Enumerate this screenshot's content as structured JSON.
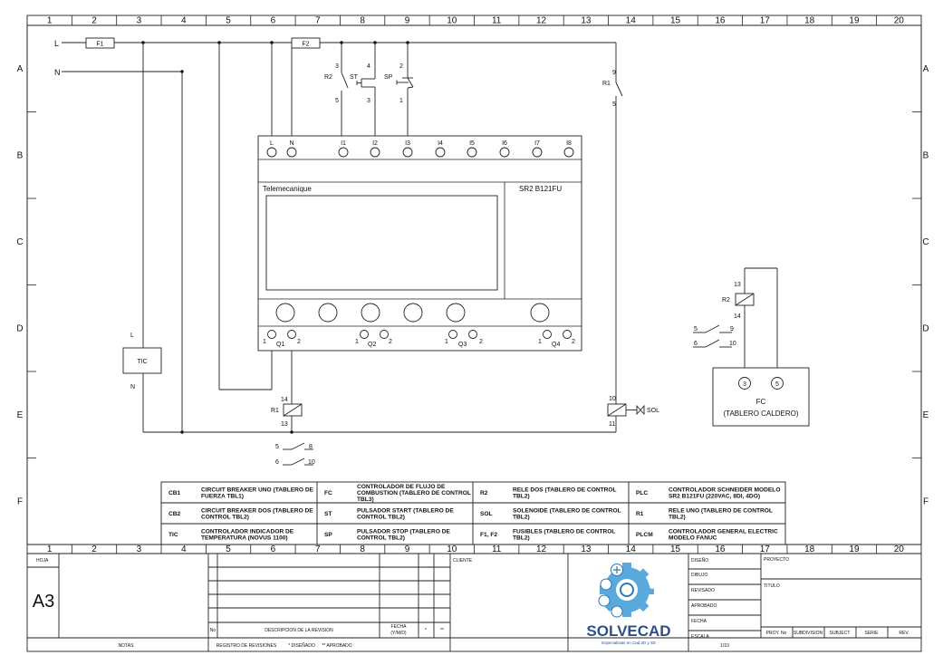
{
  "grid": {
    "cols": [
      "1",
      "2",
      "3",
      "4",
      "5",
      "6",
      "7",
      "8",
      "9",
      "10",
      "11",
      "12",
      "13",
      "14",
      "15",
      "16",
      "17",
      "18",
      "19",
      "20"
    ],
    "rows": [
      "A",
      "B",
      "C",
      "D",
      "E",
      "F"
    ]
  },
  "lines": {
    "l": "L",
    "n": "N"
  },
  "fuses": {
    "f1": "F1",
    "f2": "F2"
  },
  "contacts": {
    "r2": {
      "tag": "R2",
      "top": "3",
      "bottom": "5"
    },
    "st": {
      "tag": "ST",
      "top": "4",
      "bottom": "3"
    },
    "sp": {
      "tag": "SP",
      "top": "2",
      "bottom": "1"
    },
    "r1": {
      "tag": "R1",
      "top": "9",
      "bottom": "5"
    }
  },
  "plc": {
    "brand": "Telemecanique",
    "model": "SR2 B121FU",
    "inputs": [
      "L",
      "N",
      "I1",
      "I2",
      "I3",
      "I4",
      "I5",
      "I6",
      "I7",
      "I8"
    ],
    "outputs": [
      "Q1",
      "Q2",
      "Q3",
      "Q4"
    ],
    "term_1": "1",
    "term_2": "2"
  },
  "tic": {
    "tag": "TIC",
    "l": "L",
    "n": "N"
  },
  "relay_r1": {
    "tag": "R1",
    "top": "14",
    "bottom": "13"
  },
  "relay_r1_contacts": {
    "a1": "5",
    "a2": "8",
    "b1": "6",
    "b2": "10"
  },
  "sol": {
    "tag": "SOL",
    "top": "10",
    "bottom": "11"
  },
  "relay_r2": {
    "tag": "R2",
    "top": "13",
    "bottom": "14"
  },
  "relay_r2_contacts": {
    "a1": "5",
    "a2": "9",
    "b1": "6",
    "b2": "10"
  },
  "fc": {
    "t1": "3",
    "t2": "5",
    "name": "FC",
    "desc": "(TABLERO CALDERO)"
  },
  "legend": [
    {
      "code": "CB1",
      "l1": "CIRCUIT BREAKER UNO (TABLERO DE",
      "l2": "FUERZA TBL1)",
      "l3": ""
    },
    {
      "code": "FC",
      "l1": "CONTROLADOR DE FLUJO DE",
      "l2": "COMBUSTION (TABLERO DE CONTROL",
      "l3": "TBL3)"
    },
    {
      "code": "R2",
      "l1": "RELE DOS (TABLERO DE CONTROL",
      "l2": "TBL2)",
      "l3": ""
    },
    {
      "code": "PLC",
      "l1": "CONTROLADOR SCHNEIDER MODELO",
      "l2": "SR2 B121FU (220VAC, 8DI, 4DO)",
      "l3": ""
    },
    {
      "code": "CB2",
      "l1": "CIRCUIT BREAKER DOS (TABLERO DE",
      "l2": "CONTROL TBL2)",
      "l3": ""
    },
    {
      "code": "ST",
      "l1": "PULSADOR START (TABLERO DE",
      "l2": "CONTROL TBL2)",
      "l3": ""
    },
    {
      "code": "SOL",
      "l1": "SOLENOIDE (TABLERO DE CONTROL",
      "l2": "TBL2)",
      "l3": ""
    },
    {
      "code": "R1",
      "l1": "RELE UNO (TABLERO DE CONTROL",
      "l2": "TBL2)",
      "l3": ""
    },
    {
      "code": "TIC",
      "l1": "CONTROLADOR INDICADOR DE",
      "l2": "TEMPERATURA (NOVUS 1100)",
      "l3": ""
    },
    {
      "code": "SP",
      "l1": "PULSADOR STOP (TABLERO DE",
      "l2": "CONTROL TBL2)",
      "l3": ""
    },
    {
      "code": "F1, F2",
      "l1": "FUSIBLES (TABLERO DE CONTROL",
      "l2": "TBL2)",
      "l3": ""
    },
    {
      "code": "PLCM",
      "l1": "CONTROLADOR GENERAL ELECTRIC",
      "l2": "MODELO FANUC",
      "l3": ""
    }
  ],
  "title_block": {
    "hoja": "HOJA",
    "sheet_size": "A3",
    "notas": "NOTAS",
    "no": "No",
    "descripcion": "DESCRIPCION DE LA REVISION",
    "fecha": "FECHA",
    "fecha_fmt": "(Y/M/D)",
    "registro": "REGISTRO DE REVISIONES",
    "disenado": "* DISEÑADO",
    "aprobado_mark": "** APROBADO",
    "cliente": "CLIENTE",
    "logo_text": "SOLVECAD",
    "logo_tagline": "Especialistas en Cad 2D y 3D",
    "diseno": "DISEÑO",
    "dibujo": "DIBUJO",
    "revisado": "REVISADO",
    "aprobado": "APROBADO",
    "fecha2": "FECHA",
    "escala": "ESCALA",
    "escala_val": "1/10",
    "proyecto": "PROYECTO",
    "titulo": "TITULO",
    "proy_no": "PROY. No",
    "subdivision": "SUBDIVISION",
    "subject": "SUBJECT",
    "serie": "SERIE",
    "rev": "REV."
  },
  "colors": {
    "ink": "#111111",
    "logo_blue": "#2e4f8f",
    "gear": "#5aa9dc",
    "gear_dark": "#2d79b8"
  }
}
